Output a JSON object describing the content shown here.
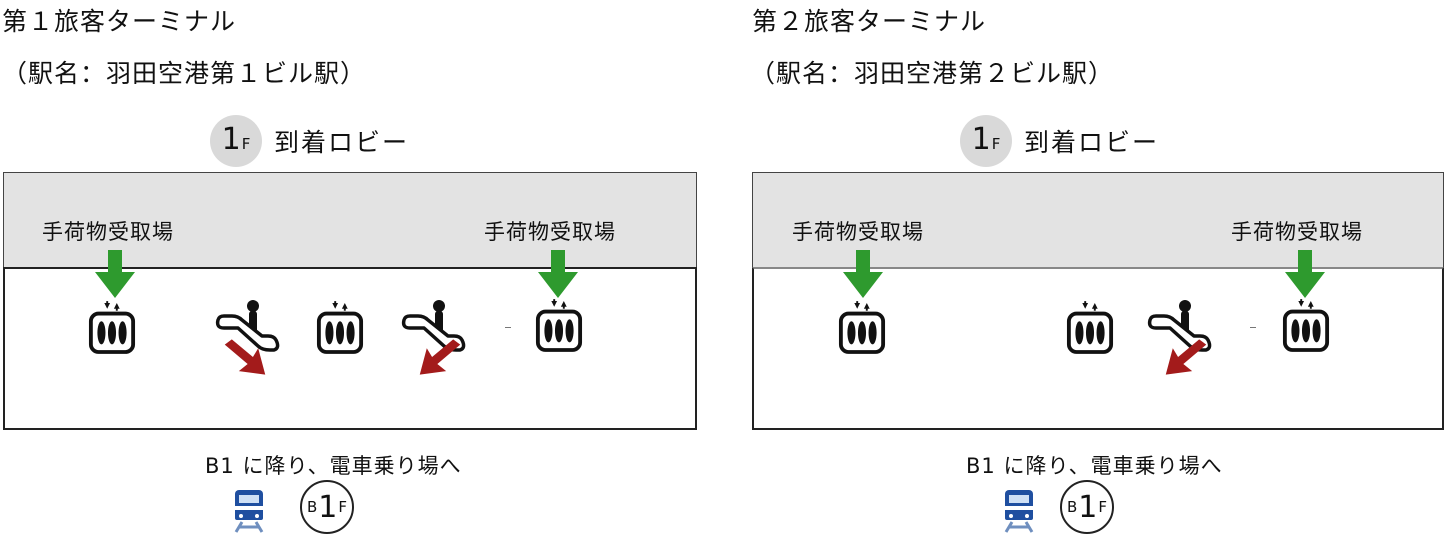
{
  "panels": {
    "t1": {
      "title": "第１旅客ターミナル",
      "station": "（駅名：羽田空港第１ビル駅）",
      "floor_number": "1",
      "floor_unit": "F",
      "floor_name": "到着ロビー",
      "baggage_left": "手荷物受取場",
      "baggage_right": "手荷物受取場",
      "downto": "B1 に降り、電車乗り場へ",
      "dest_pre": "B",
      "dest_num": "1",
      "dest_unit": "F"
    },
    "t2": {
      "title": "第２旅客ターミナル",
      "station": "（駅名：羽田空港第２ビル駅）",
      "floor_number": "1",
      "floor_unit": "F",
      "floor_name": "到着ロビー",
      "baggage_left": "手荷物受取場",
      "baggage_right": "手荷物受取場",
      "downto": "B1 に降り、電車乗り場へ",
      "dest_pre": "B",
      "dest_num": "1",
      "dest_unit": "F"
    }
  },
  "colors": {
    "baggage_arrow": "#2e9a2e",
    "escalator_arrow": "#a31b1b",
    "band": "#e3e3e3",
    "badge": "#d9d9d9",
    "train_blue": "#1f4fa0"
  },
  "icons": {
    "elevator": "elevator-icon",
    "escalator": "escalator-icon",
    "train": "train-icon"
  }
}
